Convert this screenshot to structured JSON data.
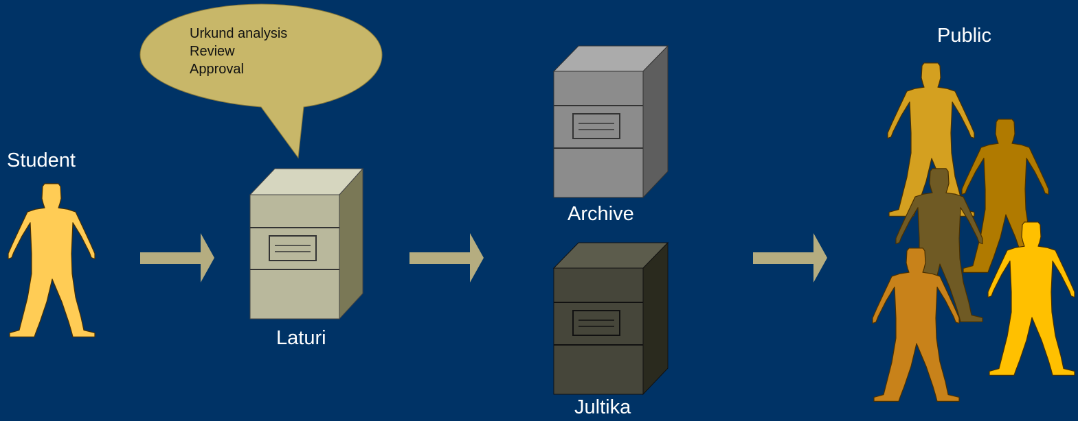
{
  "labels": {
    "student": "Student",
    "laturi": "Laturi",
    "archive": "Archive",
    "jultika": "Jultika",
    "public": "Public"
  },
  "bubble": {
    "lines": [
      "Urkund analysis",
      "Review",
      "Approval"
    ]
  },
  "colors": {
    "background": "#003366",
    "arrow": "#b5ad80",
    "student": "#ffcc55",
    "bubble": "#c8b769",
    "laturi_cabinet": "#b9b89c",
    "archive_cabinet": "#8c8c8c",
    "jultika_cabinet": "#46463a",
    "public_people": [
      "#d4a020",
      "#b07a00",
      "#6f5a24",
      "#ffc000",
      "#c8821a"
    ]
  },
  "icons": {
    "person": "person-icon",
    "cabinet": "file-cabinet-icon",
    "arrow": "arrow-right-icon",
    "bubble": "speech-bubble-icon"
  }
}
